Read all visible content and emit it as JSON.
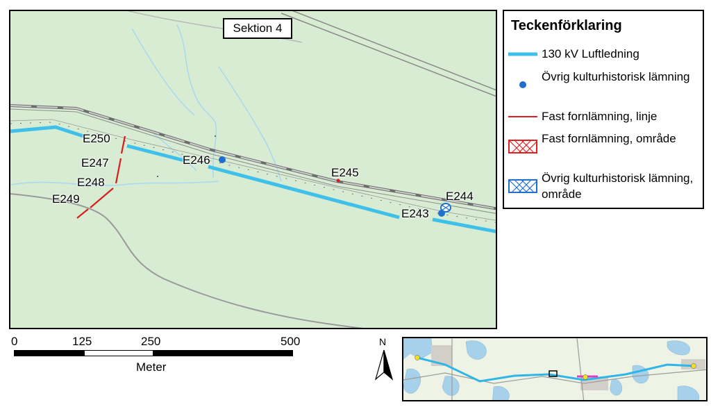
{
  "map": {
    "section_label": "Sektion 4",
    "features": [
      {
        "id": "E250"
      },
      {
        "id": "E247"
      },
      {
        "id": "E248"
      },
      {
        "id": "E249"
      },
      {
        "id": "E246"
      },
      {
        "id": "E245"
      },
      {
        "id": "E244"
      },
      {
        "id": "E243"
      }
    ]
  },
  "legend": {
    "title": "Teckenförklaring",
    "items": [
      {
        "label": "130 kV Luftledning",
        "symbol": "line-cyan",
        "color": "#3ec0ea"
      },
      {
        "label": "Övrig kulturhistorisk lämning",
        "symbol": "point-blue",
        "color": "#1e6fd0"
      },
      {
        "label": "Fast fornlämning, linje",
        "symbol": "line-red",
        "color": "#e02020"
      },
      {
        "label": "Fast fornlämning, område",
        "symbol": "hatched-area-red",
        "color": "#e02020"
      },
      {
        "label": "Övrig kulturhistorisk lämning, område",
        "symbol": "hatched-area-blue",
        "color": "#1e6fd0"
      }
    ]
  },
  "scalebar": {
    "ticks": [
      "0",
      "125",
      "250",
      "500"
    ],
    "unit": "Meter"
  },
  "north_arrow": {
    "letter": "N"
  },
  "colors": {
    "background": "#d7ecd2",
    "power_line": "#3ec0ea",
    "railway": "#707070",
    "stream": "#a9d8f0",
    "road": "#9a9a9a"
  }
}
